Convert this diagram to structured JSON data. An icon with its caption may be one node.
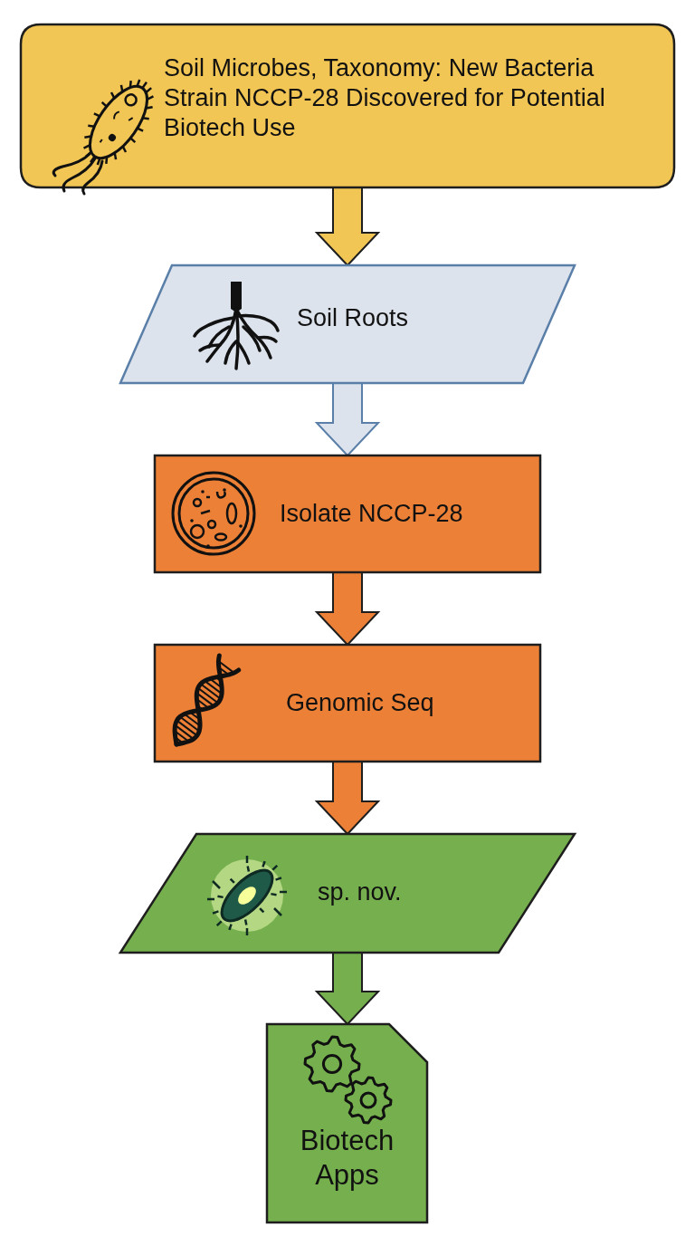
{
  "diagram": {
    "nodes": [
      {
        "text": [
          "Soil Microbes, Taxonomy: New Bacteria Strain NCCP-28 Discovered for Potential Biotech Use"
        ]
      },
      {
        "text": [
          "Soil Roots"
        ]
      },
      {
        "text": [
          "Isolate NCCP-28"
        ]
      },
      {
        "text": [
          "Genomic Seq"
        ]
      },
      {
        "text": [
          "sp. nov."
        ]
      },
      {
        "text": [
          "Biotech Apps"
        ]
      }
    ],
    "edges": [
      {
        "from": 0,
        "to": 1,
        "arrow": "to",
        "color": "#f2c654"
      },
      {
        "from": 1,
        "to": 2,
        "arrow": "to",
        "color": "#dde3ec"
      },
      {
        "from": 2,
        "to": 3,
        "arrow": "to",
        "color": "#ec8036"
      },
      {
        "from": 3,
        "to": 4,
        "arrow": "to",
        "color": "#ec8036"
      },
      {
        "from": 4,
        "to": 5,
        "arrow": "to",
        "color": "#76b04e"
      }
    ]
  }
}
